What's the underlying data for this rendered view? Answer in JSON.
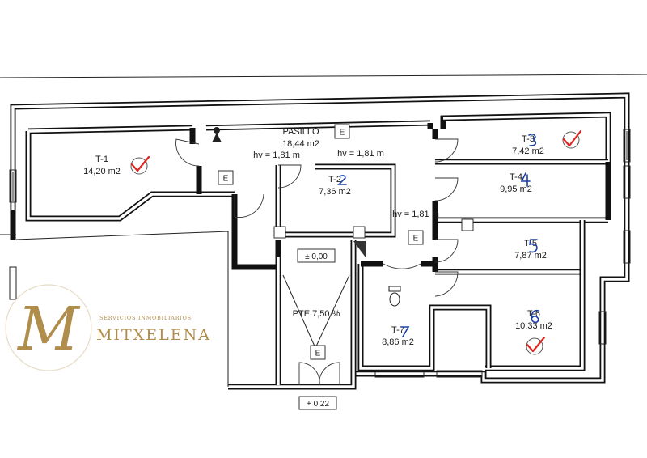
{
  "plan": {
    "rooms": [
      {
        "id": "t1",
        "name": "T-1",
        "area": "14,20 m2",
        "checked": true
      },
      {
        "id": "t2",
        "name": "T-2",
        "area": "7,36 m2",
        "checked": false
      },
      {
        "id": "t3",
        "name": "T-3",
        "area": "7,42 m2",
        "checked": true
      },
      {
        "id": "t4",
        "name": "T-4",
        "area": "9,95 m2",
        "checked": false
      },
      {
        "id": "t5",
        "name": "T-5",
        "area": "7,87 m2",
        "checked": false
      },
      {
        "id": "t6",
        "name": "T-6",
        "area": "10,33 m2",
        "checked": true
      },
      {
        "id": "t7",
        "name": "T-7",
        "area": "8,86 m2",
        "checked": false
      }
    ],
    "corridor": {
      "name": "PASILLO",
      "area": "18,44 m2"
    },
    "ceiling_heights": [
      "hv = 1,81 m",
      "hv = 1,81 m",
      "hv = 1,81 m"
    ],
    "levels": {
      "ground": "± 0,00",
      "entry": "+ 0,22"
    },
    "ramp": "PTE 7,50 %",
    "exit_marker": "E",
    "logo": {
      "company": "MITXELENA",
      "tagline": "SERVICIOS INMOBILIARIOS",
      "monogram": "M"
    },
    "colors": {
      "wall": "#111111",
      "check": "#e2241f",
      "brand": "#b08d4a",
      "annotation": "#1b3fa6"
    }
  }
}
